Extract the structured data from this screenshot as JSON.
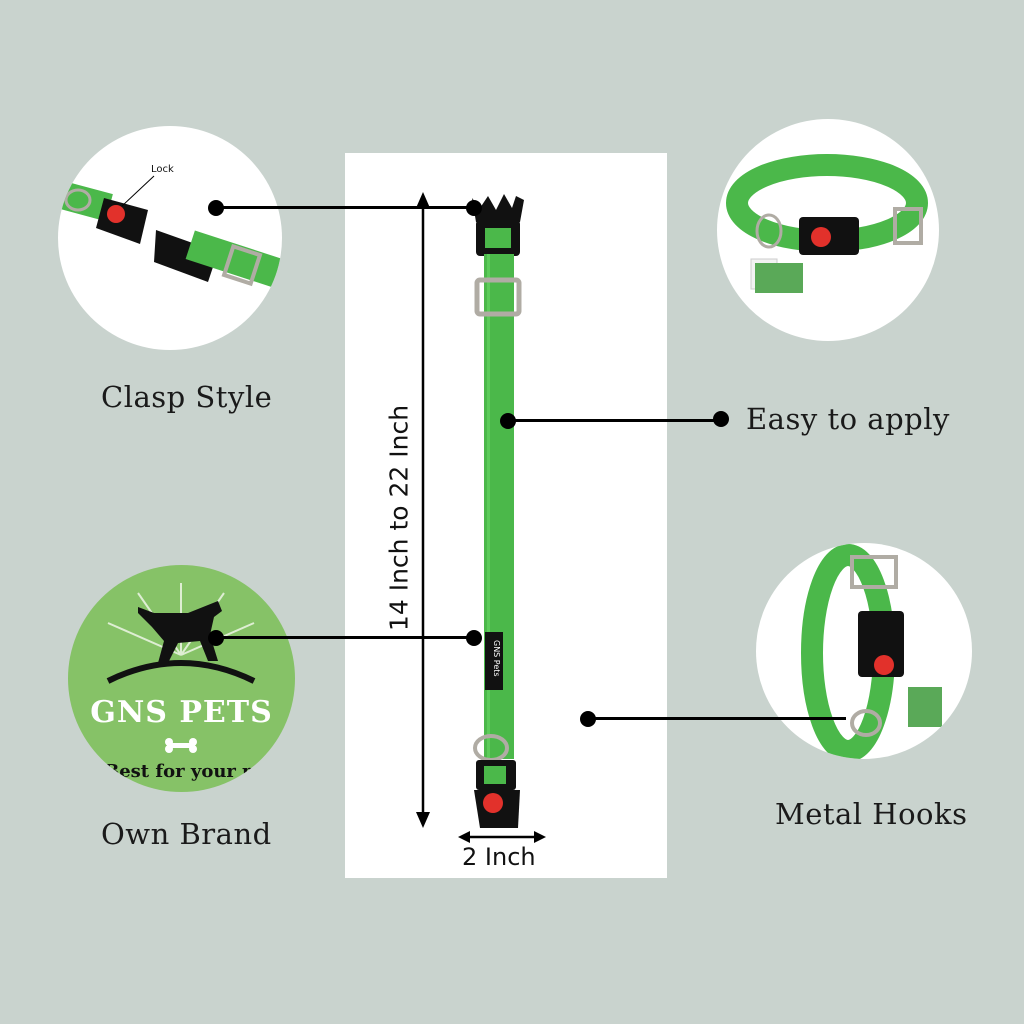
{
  "colors": {
    "background": "#c9d3ce",
    "strap_green": "#4bb84a",
    "lock_red": "#e2312b",
    "brand_green": "#86c267"
  },
  "features": {
    "clasp_style": "Clasp Style",
    "easy_apply": "Easy to apply",
    "own_brand": "Own Brand",
    "metal_hooks": "Metal Hooks"
  },
  "callouts": {
    "lock_label": "Lock"
  },
  "dimensions": {
    "length": "14 Inch to 22 Inch",
    "width": "2 Inch"
  },
  "brand": {
    "name": "GNS PETS",
    "tagline": "Best for your pet",
    "tag_text": "GNS Pets"
  }
}
